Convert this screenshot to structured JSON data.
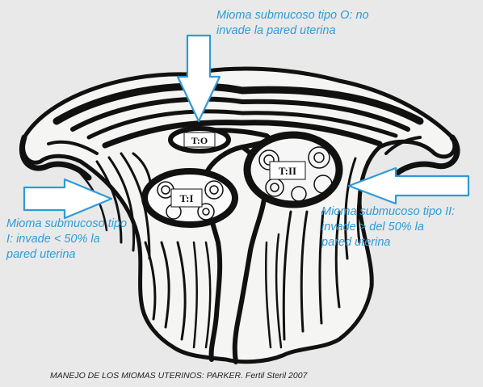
{
  "annotations": {
    "top": "Mioma submucoso tipo O: no\ninvade la pared uterina",
    "left": "Mioma submucoso tipo\nI: invade < 50% la\npared uterina",
    "right": "Mioma submucoso tipo II:\ninvade > del 50% la\npared uterina"
  },
  "labels": {
    "type0": "T:O",
    "type1": "T:I",
    "type2": "T:II"
  },
  "source": "MANEJO DE LOS MIOMAS UTERINOS: PARKER. Fertil Steril 2007",
  "colors": {
    "annotation_text": "#2f9bd6",
    "arrow_fill": "#ffffff",
    "arrow_stroke": "#2f9bd6",
    "ink": "#111111",
    "background": "#e9e9ea"
  }
}
